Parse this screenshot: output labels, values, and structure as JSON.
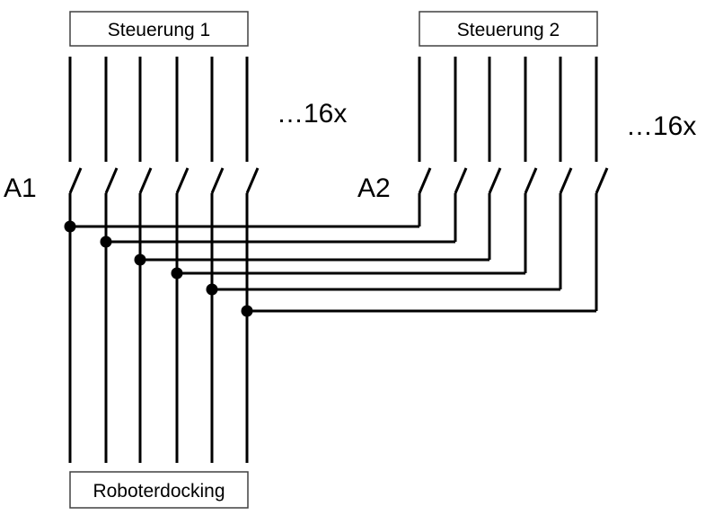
{
  "boxes": {
    "controller1": "Steuerung 1",
    "controller2": "Steuerung 2",
    "docking": "Roboterdocking"
  },
  "switch_groups": {
    "group1": "A1",
    "group2": "A2"
  },
  "counts": {
    "group1": "…16x",
    "group2": "…16x"
  },
  "colors": {
    "line": "#000000",
    "box_border": "#404040",
    "background": "#ffffff"
  }
}
